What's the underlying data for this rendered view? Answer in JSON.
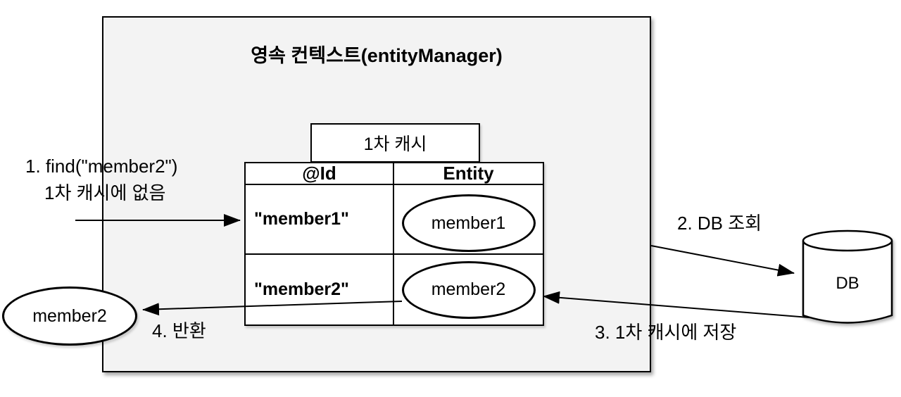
{
  "context": {
    "title": "영속 컨텍스트(entityManager)"
  },
  "cache": {
    "label": "1차 캐시"
  },
  "table": {
    "headers": {
      "id": "@Id",
      "entity": "Entity"
    },
    "rows": [
      {
        "id": "\"member1\"",
        "entity": "member1"
      },
      {
        "id": "\"member2\"",
        "entity": "member2"
      }
    ]
  },
  "db": {
    "label": "DB"
  },
  "result": {
    "label": "member2"
  },
  "steps": {
    "find_line1": "1. find(\"member2\")",
    "find_line2": "1차 캐시에 없음",
    "db_query": "2. DB 조회",
    "cache_store": "3. 1차 캐시에 저장",
    "return_label": "4. 반환"
  },
  "colors": {
    "context_box_bg": "#f3f3f3",
    "shape_fill": "#ffffff",
    "line": "#000000"
  }
}
